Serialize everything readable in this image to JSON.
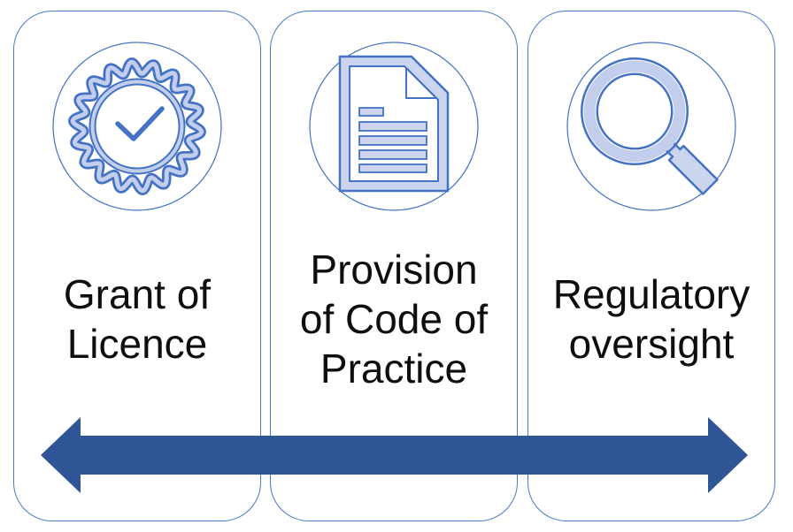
{
  "diagram": {
    "cards": [
      {
        "label": "Grant of\nLicence",
        "icon": "badge-check"
      },
      {
        "label": "Provision\nof Code of\nPractice",
        "icon": "document-lines"
      },
      {
        "label": "Regulatory\noversight",
        "icon": "magnifying-glass"
      }
    ],
    "arrow": {
      "direction": "bidirectional",
      "color": "#2F5597"
    }
  },
  "colors": {
    "accent": "#4472C4",
    "light_fill": "#CBD5EE",
    "light_stroke": "#C2CEEC",
    "arrow": "#2F5597",
    "card_border": "#4878C6",
    "text": "#0E0E0E",
    "background": "#FFFFFF"
  }
}
